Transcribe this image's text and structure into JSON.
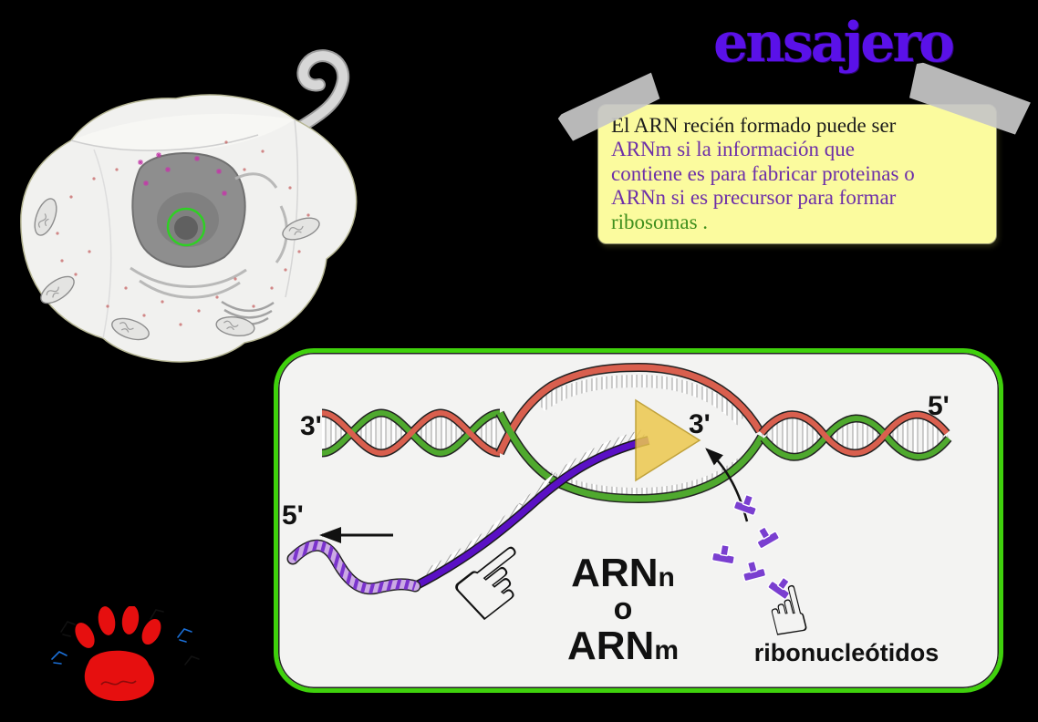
{
  "title": {
    "text": "ensajero",
    "color": "#5a11e8"
  },
  "note": {
    "background": "#fbfb9e",
    "lines": [
      {
        "text": "El ARN recién formado puede ser",
        "color": "#1c1c1c"
      },
      {
        "text": "ARNm si la información que",
        "color": "#6d2fa8"
      },
      {
        "text": "contiene es para fabricar proteinas o",
        "color": "#6d2fa8"
      },
      {
        "text": "ARNn si es precursor para formar",
        "color": "#6d2fa8"
      },
      {
        "text": "ribosomas .",
        "color": "#3f8f1d"
      }
    ]
  },
  "diagram": {
    "border_color": "#3fd10c",
    "background": "#f3f3f2",
    "strand_colors": {
      "red": "#d95f4e",
      "green": "#4fa92e",
      "rna": "#5a10c5",
      "rna_tail": "#cbaae4",
      "polymerase": "#edc84e",
      "nucleotide": "#7a3fd0"
    },
    "labels": {
      "three_prime_left": "3'",
      "five_prime_right": "5'",
      "three_prime_mid": "3'",
      "five_prime_lower": "5'"
    },
    "arn_n": {
      "base": "ARN",
      "sub": "n"
    },
    "or_label": "o",
    "arn_m": {
      "base": "ARN",
      "sub": "m"
    },
    "ribonucleotides_label": "ribonucleótidos"
  },
  "icons": {
    "pointing_hand_right": "☞",
    "pointing_hand_up": "☝"
  }
}
